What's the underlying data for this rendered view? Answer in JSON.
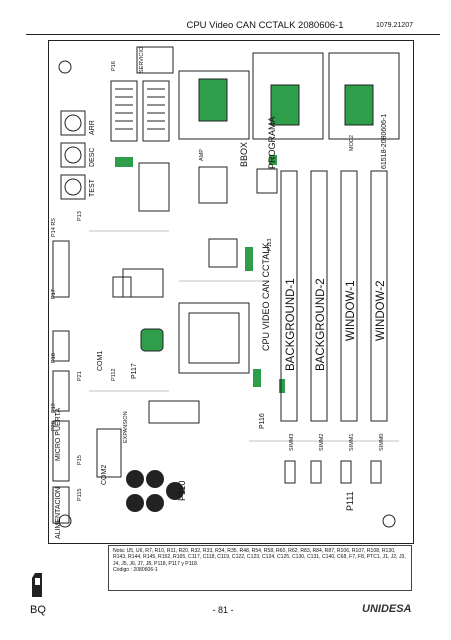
{
  "header": {
    "title": "CPU Video CAN CCTALK 2080606-1",
    "ref": "1079.21207"
  },
  "board": {
    "part_number": "61518-2080606-1",
    "bank_labels": [
      "BACKGROUND-1",
      "BACKGROUND-2",
      "WINDOW-1",
      "WINDOW-2"
    ],
    "cpu_label": "CPU VIDEO CAN CCTALK",
    "program_label": "PROGRAMA",
    "bbox_label": "BBOX",
    "mod2_label": "MOD2",
    "slot_labels": [
      "SIMM3",
      "SIMM2",
      "SIMM1",
      "SIMM0"
    ],
    "edge_labels": [
      "ALIMENTACION",
      "MICRO PUERTA",
      "COM1",
      "COM2",
      "P110",
      "P111",
      "P116",
      "P117",
      "EXPANSION",
      "AMP"
    ],
    "switch_labels": [
      "TEST",
      "DESC",
      "ARR"
    ],
    "servicio_label": "SERVICIO",
    "connector_labels": [
      "P13",
      "P14 RS",
      "P17",
      "P18",
      "P19",
      "P28",
      "P21",
      "P15",
      "P16",
      "P112",
      "P113",
      "P115"
    ]
  },
  "note": {
    "text": "Nota: U5, U6, R7, R10, R11, R20, R32, R33, R34, R35, R48, R54, R58, R60, R62, R83, R84, R87, R106, R107, R108, R130, R143, R144, R145, R152, R165, C117, C118, C119, C122, C123, C124, C125, C130, C131, C140, C68, F7, F8, PTC1, J1, J2, J3, J4, J5, J6, J7, J8, P118, P117 y P118.",
    "code": "Código : 2080606-1"
  },
  "footer": {
    "left": "BQ",
    "page": "- 81 -",
    "brand": "UNIDESA"
  }
}
